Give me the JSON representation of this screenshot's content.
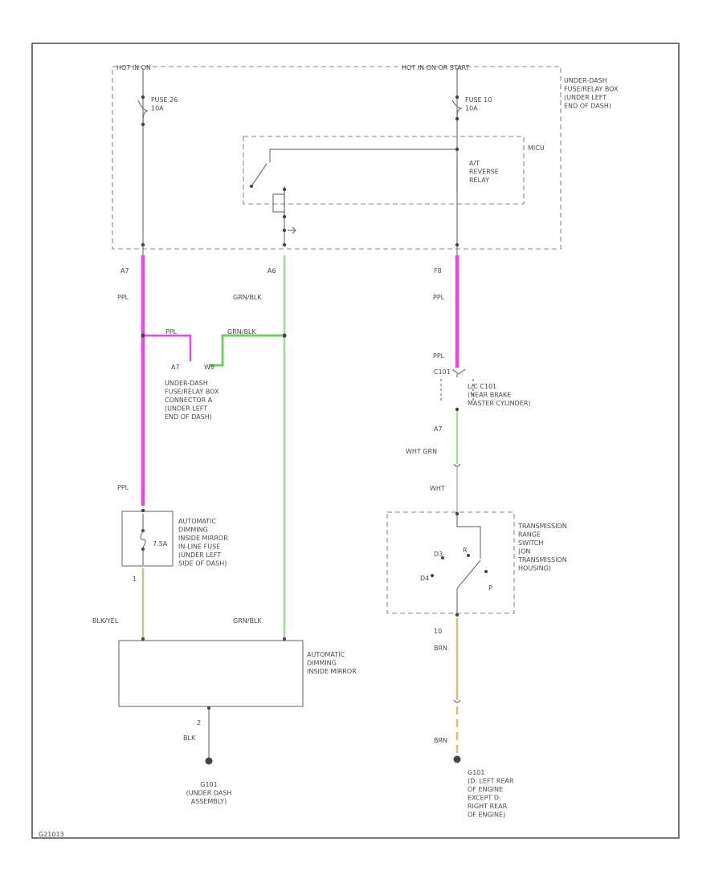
{
  "labels": {
    "hot_in_on": "HOT IN ON",
    "hot_in_on_start": "HOT IN ON OR START",
    "fuse_box": "UNDER-DASH\nFUSE/RELAY BOX\n(UNDER LEFT\nEND OF DASH)",
    "fuse_left": "FUSE 26\n10A",
    "fuse_right": "FUSE 10\n10A",
    "mcu": "MICU",
    "reverse_relay": "A/T\nREVERSE\nRELAY",
    "conn_a7_top": "A7",
    "conn_a6": "A6",
    "conn_f8": "F8",
    "ppl_1": "PPL",
    "grn_blk_1": "GRN/BLK",
    "ppl_right_1": "PPL",
    "ppl_mid": "PPL",
    "grn_blk_mid": "GRN/BLK",
    "a7_w": "A7",
    "w8": "W8",
    "under_dash_connector": "UNDER-DASH\nFUSE/RELAY BOX\nCONNECTOR A\n(UNDER LEFT\nEND OF DASH)",
    "ppl_right_2": "PPL",
    "c101": "C101",
    "lr_c101": "L/C C101\n(NEAR BRAKE\nMASTER CYLINDER)",
    "a7_right": "A7",
    "wht_grn": "WHT GRN",
    "wht": "WHT",
    "ppl_lower": "PPL",
    "mirror_fuse_box": "AUTOMATIC\nDIMMING\nINSIDE MIRROR\nIN-LINE FUSE\n(UNDER LEFT\nSIDE OF DASH)",
    "fuse_7_5a": "7.5A",
    "pin_1": "1",
    "blk_yel": "BLK/YEL",
    "grn_blk_lower": "GRN/BLK",
    "mirror_box": "AUTOMATIC\nDIMMING\nINSIDE MIRROR",
    "pin_2": "2",
    "blk": "BLK",
    "g101": "G101\n(UNDER DASH\nASSEMBLY)",
    "trans_switch": "TRANSMISSION\nRANGE\nSWITCH\n(ON\nTRANSMISSION\nHOUSING)",
    "pos_d4": "D4",
    "pos_d3": "D3",
    "pos_r": "R",
    "pos_p": "P",
    "pin_10": "10",
    "brn_1": "BRN",
    "brn_2": "BRN",
    "g101_right": "G101\n(D: LEFT REAR\nOF ENGINE\nEXCEPT D:\nRIGHT REAR\nOF ENGINE)",
    "figure_id": "G21013"
  },
  "wire_colors": {
    "ppl": "#ee44ee",
    "grn_blk": "#9be08c",
    "blk_yel": "#d4c070",
    "brn": "#d4c070",
    "wht": "#c8c8c8"
  }
}
